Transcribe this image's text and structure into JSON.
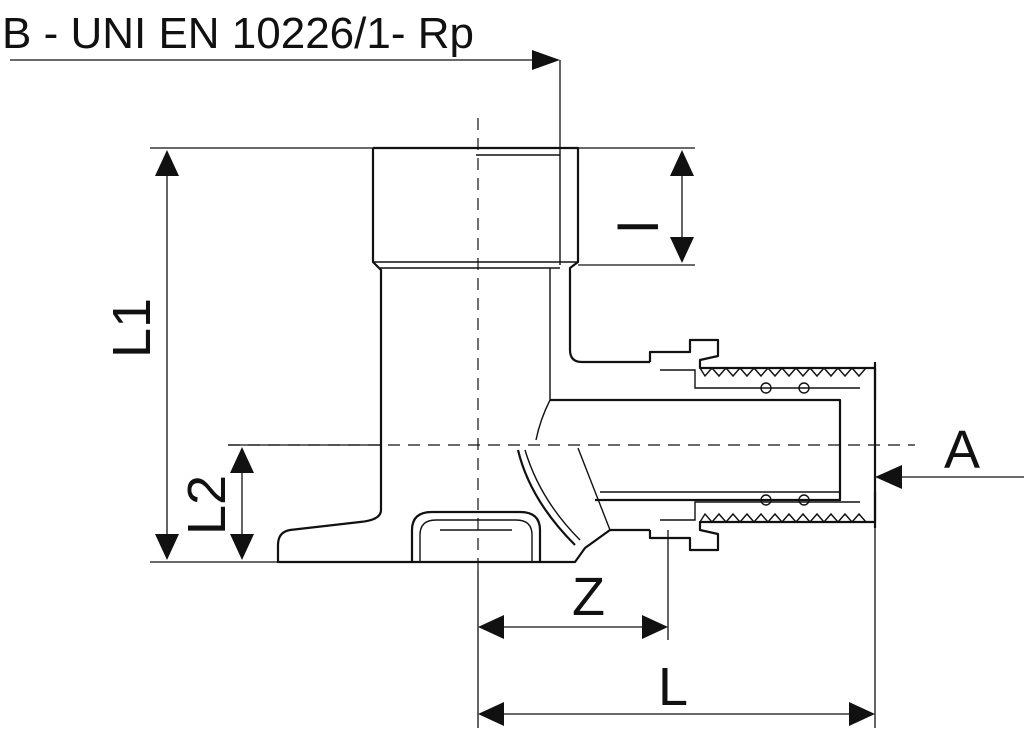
{
  "diagram": {
    "title": "B - UNI EN 10226/1- Rp",
    "dimensions": {
      "l": "l",
      "l1": "L1",
      "l2": "L2",
      "z": "Z",
      "length": "L",
      "a": "A"
    }
  }
}
